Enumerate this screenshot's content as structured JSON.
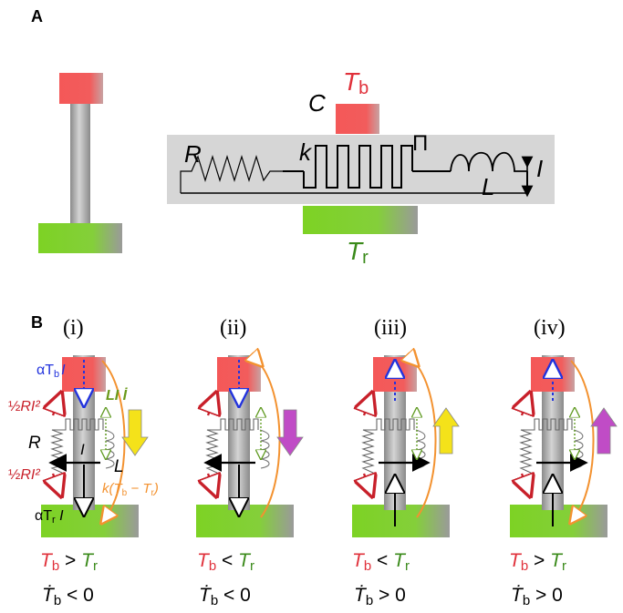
{
  "panel_a": {
    "letter": "A",
    "labels": {
      "R": "R",
      "k": "k",
      "pi": "Π",
      "L": "L",
      "I": "I",
      "C": "C",
      "Tb_main": "T",
      "Tb_sub": "b",
      "Tr_main": "T",
      "Tr_sub": "r"
    }
  },
  "panel_b": {
    "letter": "B",
    "annotations": {
      "alphaTbI": "αT",
      "alphaTbI_sub": "b",
      "alphaTbI_end": "I",
      "LIdot": "LI İ",
      "half": "½",
      "RI2": "RI²",
      "R": "R",
      "I": "I",
      "L": "L",
      "k_flux": "k(T",
      "k_flux_b": "b",
      "k_flux_mid": " − T",
      "k_flux_r": "r",
      "k_flux_end": ")",
      "alphaTrI": "αT",
      "alphaTrI_sub": "r",
      "alphaTrI_end": " I"
    },
    "columns": [
      {
        "label": "(i)",
        "Tb": "T",
        "Tb_sub": "b",
        "rel": ">",
        "Tr": "T",
        "Tr_sub": "r",
        "rate": "Ṫ",
        "rate_sub": "b",
        "rate_rel": "< 0"
      },
      {
        "label": "(ii)",
        "Tb": "T",
        "Tb_sub": "b",
        "rel": "<",
        "Tr": "T",
        "Tr_sub": "r",
        "rate": "Ṫ",
        "rate_sub": "b",
        "rate_rel": "< 0"
      },
      {
        "label": "(iii)",
        "Tb": "T",
        "Tb_sub": "b",
        "rel": "<",
        "Tr": "T",
        "Tr_sub": "r",
        "rate": "Ṫ",
        "rate_sub": "b",
        "rate_rel": "> 0"
      },
      {
        "label": "(iv)",
        "Tb": "T",
        "Tb_sub": "b",
        "rel": ">",
        "Tr": "T",
        "Tr_sub": "r",
        "rate": "Ṫ",
        "rate_sub": "b",
        "rate_rel": "> 0"
      }
    ]
  },
  "colors": {
    "hot_block": "#f05a5a",
    "cold_block": "#7fd128",
    "rod": "#a8a8a8",
    "heat_flux": "#f39230",
    "blue_flux": "#2233dd",
    "yellow_arrow": "#f4e21a",
    "purple_arrow": "#c04cc6",
    "red_arrow": "#c8202a",
    "green_arrow": "#5f9a20"
  }
}
